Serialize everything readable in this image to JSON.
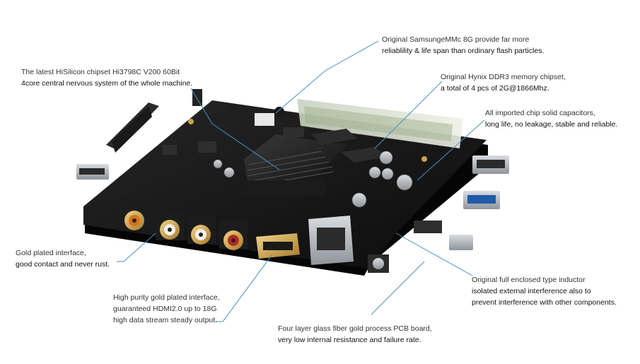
{
  "callouts": {
    "emmc": {
      "line1": "Original SamsungeMMc 8G provide far more",
      "line2": "reliablility & life span than ordinary flash particles."
    },
    "cpu": {
      "line1": "The latest HiSilicon chipset Hi3798C V200 60Bit",
      "line2": "4core central nervous system of the whole machine."
    },
    "ddr": {
      "line1": "Original Hynix DDR3 memory chipset,",
      "line2": "a total of 4 pcs of 2G@1866Mhz."
    },
    "capacitors": {
      "line1": "All imported chip solid capacitors,",
      "line2": "long life, no leakage, stable and reliable."
    },
    "gold_interface": {
      "line1": "Gold plated interface,",
      "line2": "good contact and never rust."
    },
    "inductor": {
      "line1": "Original full enclosed type inductor",
      "line2": "isolated  external interference also to",
      "line3": "prevent interference with other components."
    },
    "hdmi": {
      "line1": "High purity gold plated interface,",
      "line2": "guaranteed HDMI2.0 up to 18G",
      "line3": "high data stream steady output."
    },
    "pcb": {
      "line1": "Four layer glass fiber gold process PCB board,",
      "line2": "very low internal resistance and failure rate."
    }
  },
  "colors": {
    "pcb": "#141414",
    "leader_line": "#4a8fc4",
    "text": "#222222",
    "gold": "#c9a24a"
  },
  "icons": {
    "board": "pcb-board-image"
  }
}
